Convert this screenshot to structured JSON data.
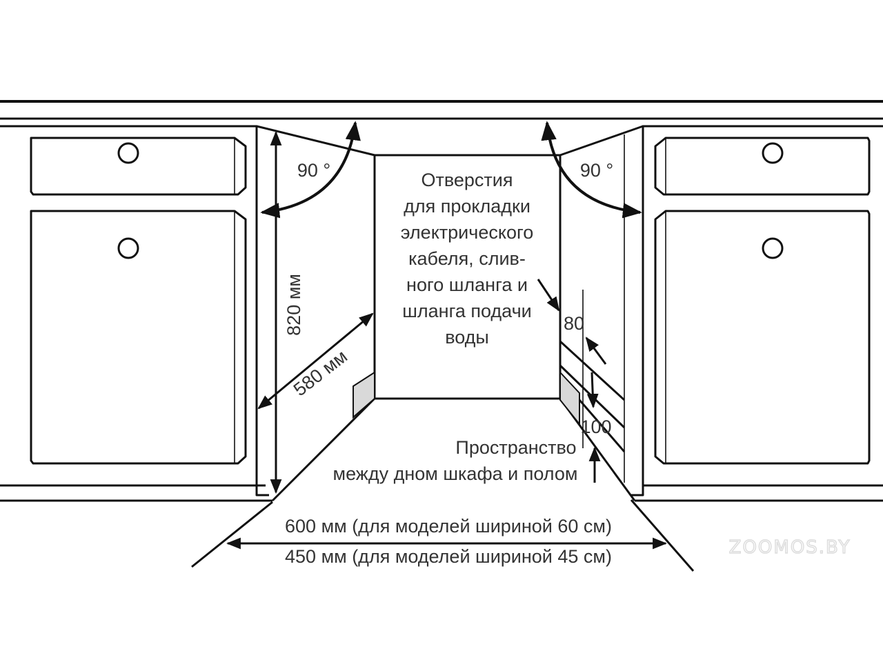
{
  "diagram": {
    "angle_left": "90 °",
    "angle_right": "90 °",
    "height_label": "820 мм",
    "depth_label": "580 мм",
    "openings_note": [
      "Отверстия",
      "для прокладки",
      "электрического",
      "кабеля, слив-",
      "ного шланга и",
      "шланга подачи",
      "воды"
    ],
    "dim_80": "80",
    "dim_100": "100",
    "space_note": [
      "Пространство",
      "между дном шкафа и полом"
    ],
    "width_60": "600 мм (для моделей шириной 60 см)",
    "width_45": "450 мм (для моделей шириной 45 см)"
  },
  "watermark": "zoomos.by",
  "colors": {
    "line": "#111111",
    "text": "#333333",
    "shade": "#d9d9d9"
  }
}
